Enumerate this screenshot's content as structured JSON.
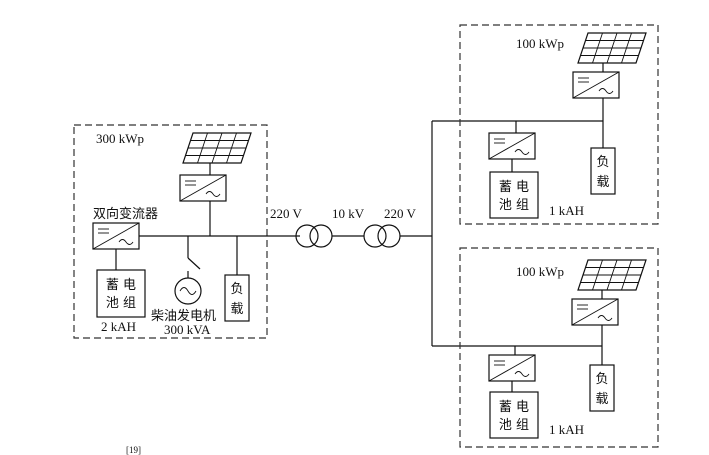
{
  "microgrid_left": {
    "pv_rating": "300 kWp",
    "converter_label": "双向变流器",
    "battery_line1": "蓄 电",
    "battery_line2": "池 组",
    "battery_capacity": "2 kAH",
    "generator_label": "柴油发电机",
    "generator_rating": "300 kVA",
    "load_line1": "负",
    "load_line2": "载"
  },
  "link": {
    "voltage_left": "220 V",
    "voltage_mid": "10 kV",
    "voltage_right": "220 V"
  },
  "microgrid_top_right": {
    "pv_rating": "100 kWp",
    "battery_line1": "蓄 电",
    "battery_line2": "池 组",
    "battery_capacity": "1 kAH",
    "load_line1": "负",
    "load_line2": "载"
  },
  "microgrid_bottom_right": {
    "pv_rating": "100 kWp",
    "battery_line1": "蓄 电",
    "battery_line2": "池 组",
    "battery_capacity": "1 kAH",
    "load_line1": "负",
    "load_line2": "载"
  },
  "footnote": "[19]"
}
